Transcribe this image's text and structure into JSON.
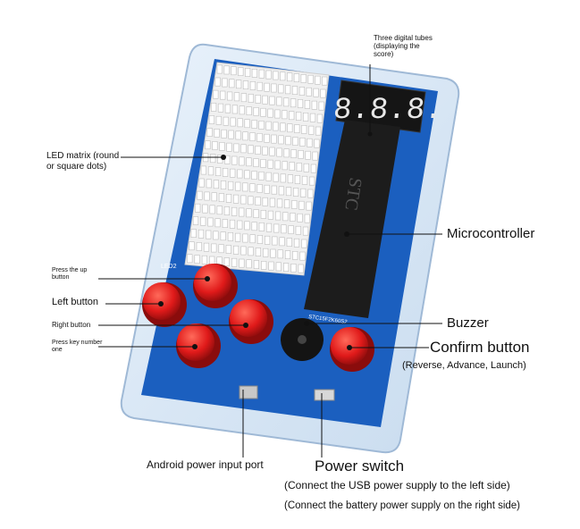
{
  "labels": {
    "digital_tubes": [
      "Three digital tubes",
      "(displaying the",
      "score)"
    ],
    "led_matrix": [
      "LED matrix (round",
      "or square dots)"
    ],
    "microcontroller": "Microcontroller",
    "press_up": [
      "Press the up",
      "button"
    ],
    "left_button": "Left button",
    "right_button": "Right button",
    "press_key_one": [
      "Press key number",
      "one"
    ],
    "buzzer": "Buzzer",
    "confirm_button": "Confirm button",
    "confirm_sub": "(Reverse, Advance, Launch)",
    "android_port": "Android power input port",
    "power_switch": "Power switch",
    "power_note_1": "(Connect the USB power supply to the left side)",
    "power_note_2": "(Connect the battery power supply on the right side)"
  },
  "board": {
    "display_digits": "8.8.8.",
    "chip_text": "STC",
    "chip_part": "STC15F2K60S2",
    "led_label": "LED2",
    "matrix_rows": 16,
    "matrix_cols": 16
  },
  "colors": {
    "pcb": "#1b5fbf",
    "button": "#e01a1a",
    "display": "#111111",
    "led_dot": "#f4f4f4"
  }
}
